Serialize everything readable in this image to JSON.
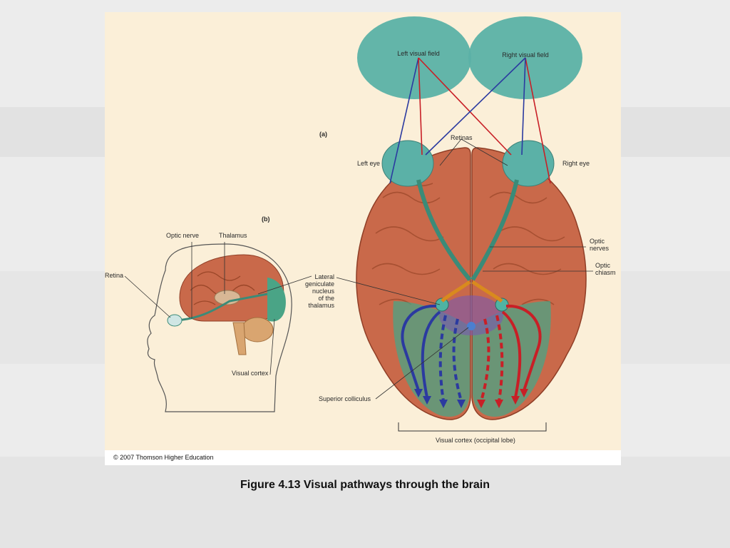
{
  "panel_a_label": "(a)",
  "panel_b_label": "(b)",
  "labels": {
    "left_visual_field": "Left visual field",
    "right_visual_field": "Right visual field",
    "retinas": "Retinas",
    "left_eye": "Left eye",
    "right_eye": "Right eye",
    "optic_nerves": "Optic\nnerves",
    "optic_chiasm": "Optic\nchiasm",
    "lateral_geniculate": "Lateral\ngeniculate\nnucleus\nof the\nthalamus",
    "superior_colliculus": "Superior colliculus",
    "visual_cortex_occipital": "Visual cortex (occipital lobe)",
    "optic_nerve": "Optic nerve",
    "thalamus": "Thalamus",
    "retina": "Retina",
    "visual_cortex": "Visual cortex"
  },
  "copyright": "© 2007 Thomson Higher Education",
  "caption": "Figure 4.13  Visual pathways through the brain",
  "colors": {
    "panel_bg": "#fbefd8",
    "visual_field": "#5bb1a7",
    "brain": "#c9694a",
    "left_pathway": "#2b3aa0",
    "right_pathway": "#c81f26"
  }
}
